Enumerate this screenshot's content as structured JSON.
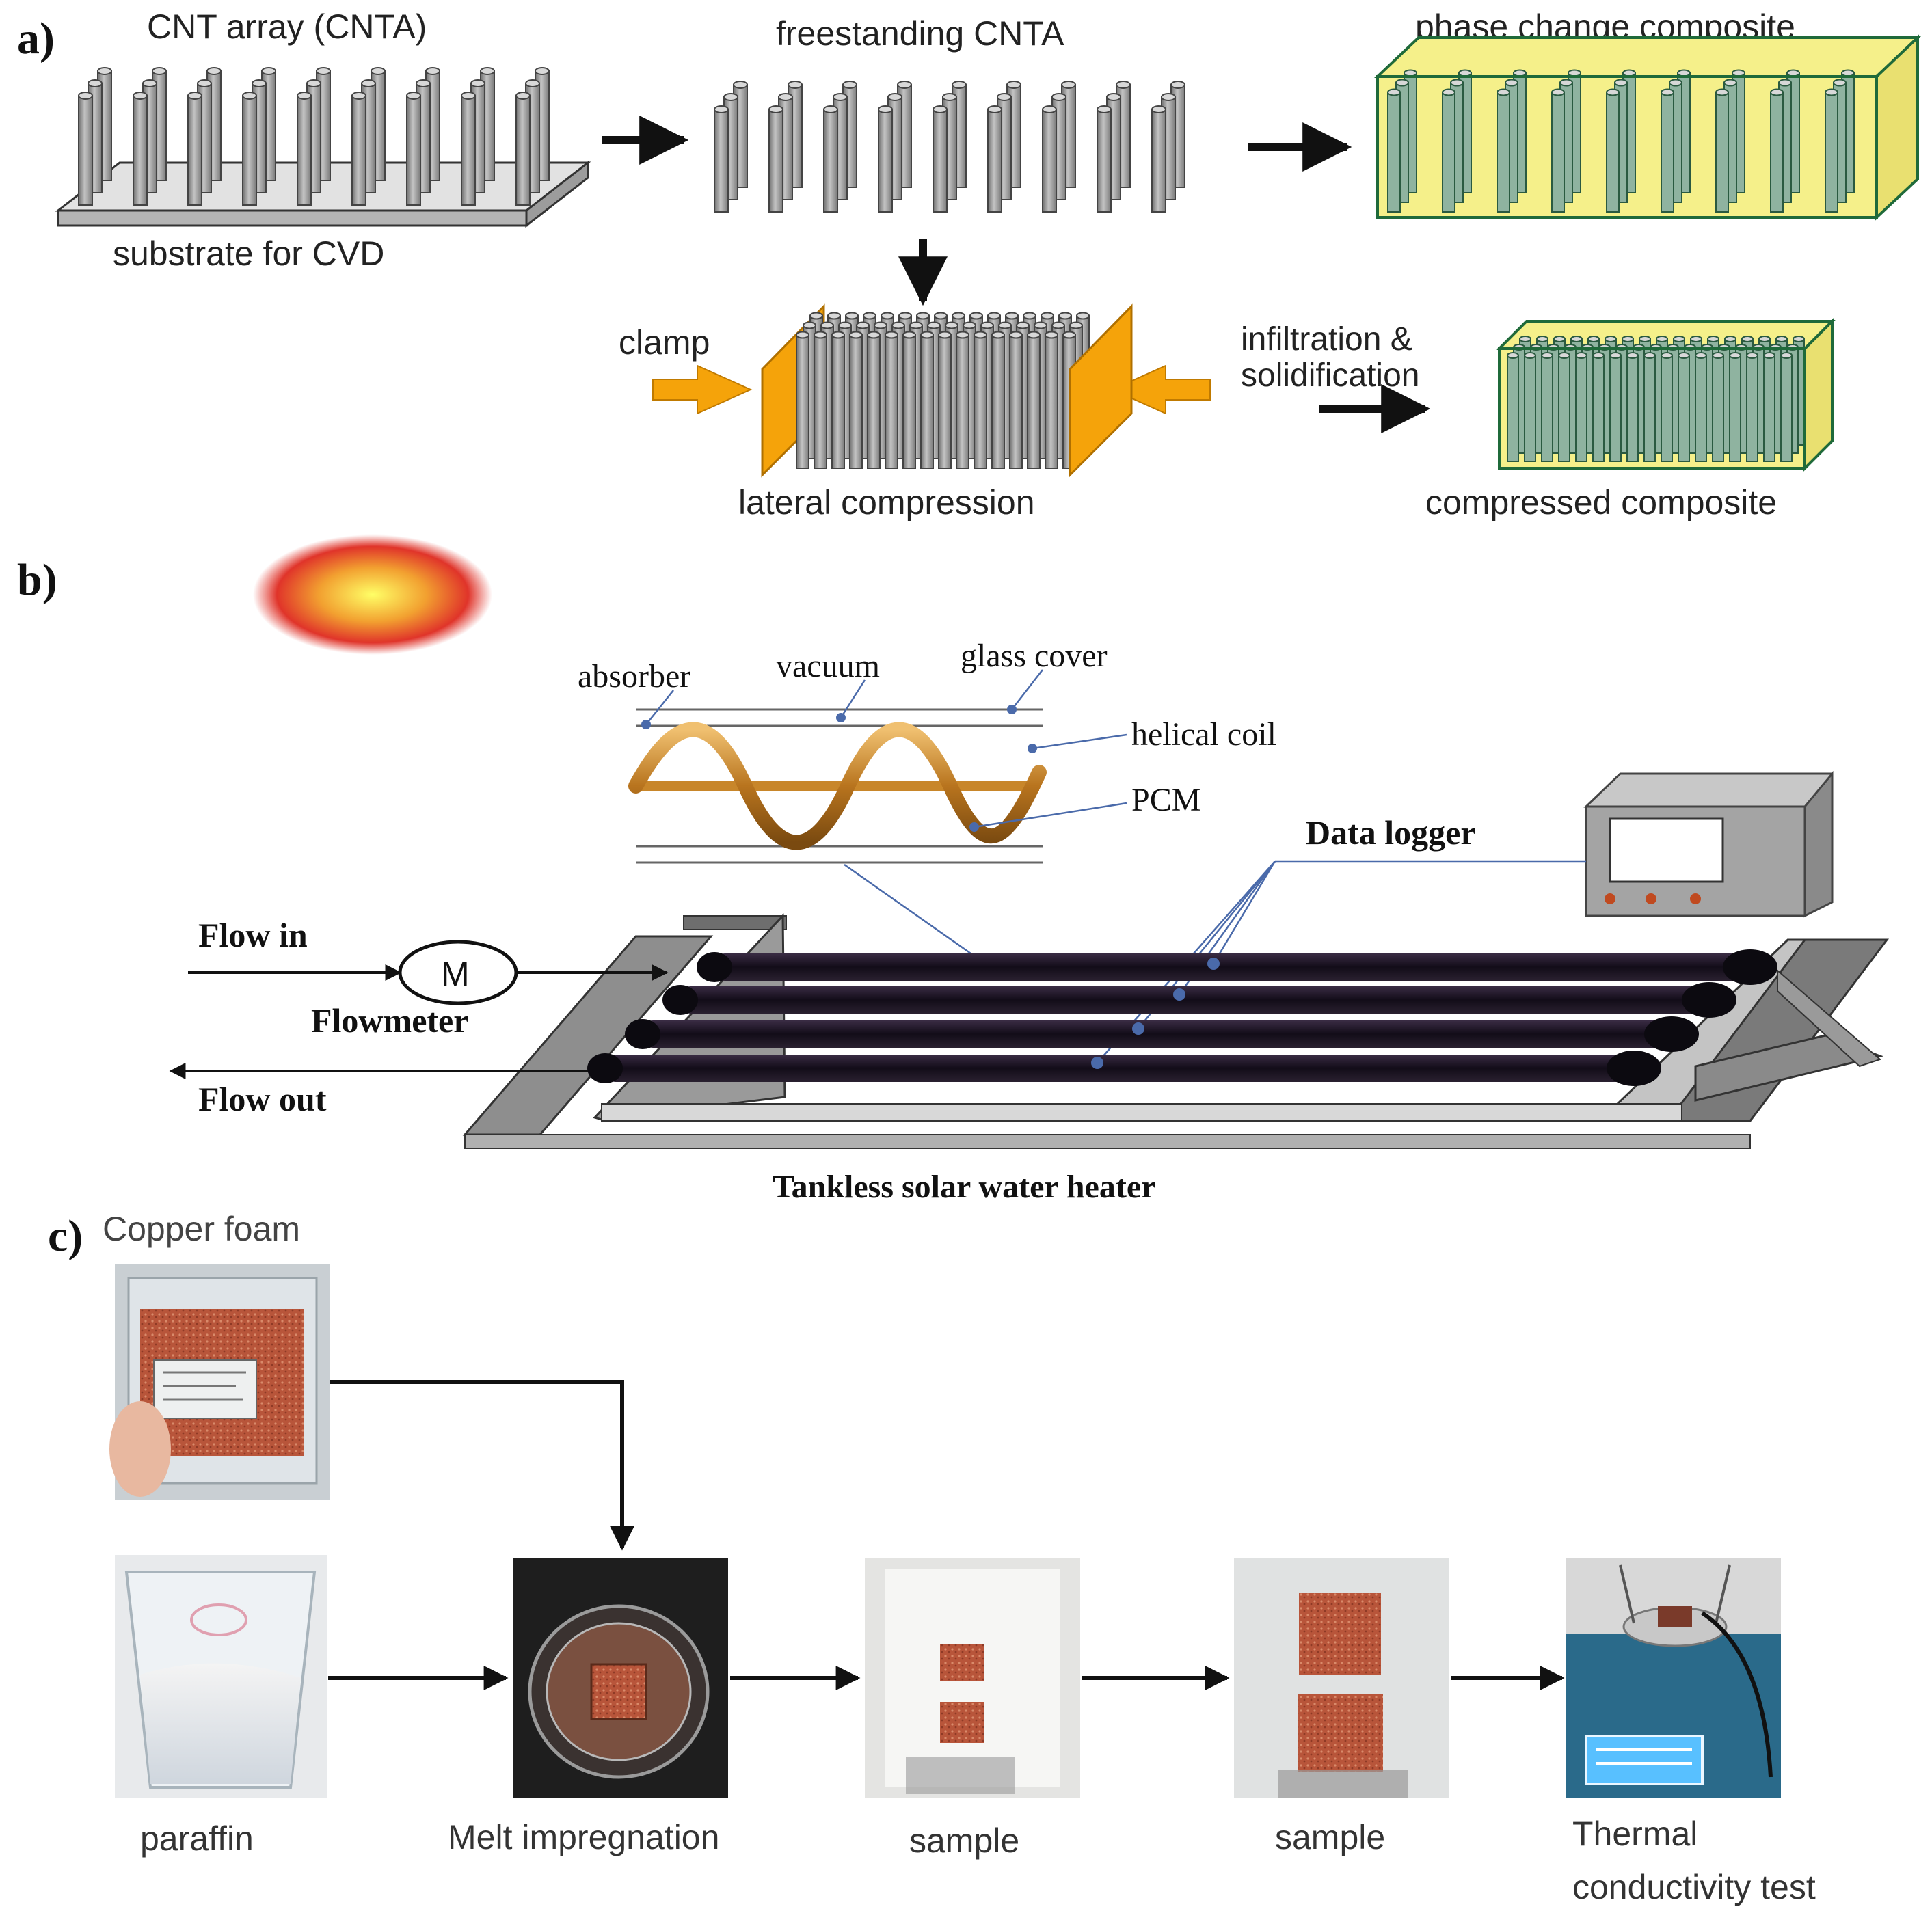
{
  "panel_a": {
    "tag": "a)",
    "cnt_array_label": "CNT array (CNTA)",
    "substrate_label": "substrate for CVD",
    "freestanding_label": "freestanding CNTA",
    "phase_change_label": "phase change composite",
    "clamp_label": "clamp",
    "lateral_label": "lateral compression",
    "infiltration_line1": "infiltration &",
    "infiltration_line2": "solidification",
    "compressed_label": "compressed composite"
  },
  "panel_b": {
    "tag": "b)",
    "absorber": "absorber",
    "vacuum": "vacuum",
    "glass_cover": "glass cover",
    "helical_coil": "helical coil",
    "pcm": "PCM",
    "data_logger": "Data logger",
    "flow_in": "Flow in",
    "flow_out": "Flow out",
    "meter_symbol": "M",
    "flowmeter": "Flowmeter",
    "caption": "Tankless solar water heater"
  },
  "panel_c": {
    "tag": "c)",
    "copper_foam": "Copper foam",
    "paraffin": "paraffin",
    "melt": "Melt impregnation",
    "sample1": "sample",
    "sample2": "sample",
    "thermal_line1": "Thermal",
    "thermal_line2": "conductivity test"
  },
  "colors": {
    "cnt_gray": "#9a9a9a",
    "composite_fill": "#f5f08a",
    "composite_edge": "#1f6a3a",
    "clamp_orange": "#f5a30a",
    "coil_gold": "#c8862a",
    "tube_dark": "#1c1422",
    "copper": "#b8553a",
    "logger_gray": "#8a8a8a"
  }
}
